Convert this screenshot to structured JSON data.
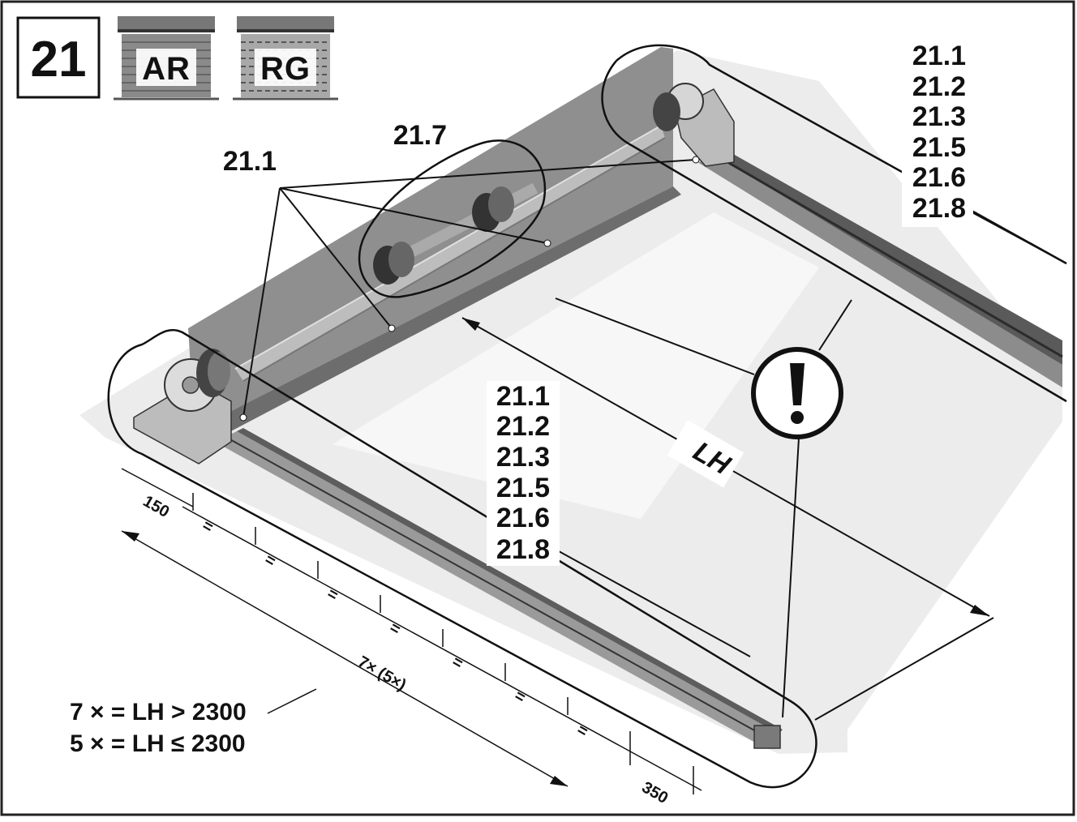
{
  "step": {
    "number": "21"
  },
  "door_types": [
    {
      "label": "AR",
      "icon": "roller-shutter-icon"
    },
    {
      "label": "RG",
      "icon": "roller-grille-icon"
    }
  ],
  "callouts": {
    "right_group": [
      "21.1",
      "21.2",
      "21.3",
      "21.5",
      "21.6",
      "21.8"
    ],
    "front_group": [
      "21.1",
      "21.2",
      "21.3",
      "21.5",
      "21.6",
      "21.8"
    ],
    "top_center": "21.7",
    "top_left": "21.1"
  },
  "dimensions": {
    "lh": "LH",
    "start_offset": "150",
    "end_offset": "350",
    "equal_sign": "=",
    "spacing_count": "7× (5×)"
  },
  "rules": [
    {
      "text": "7 × = LH > 2300"
    },
    {
      "text": "5 × = LH ≤ 2300"
    }
  ],
  "warning_icon": "exclamation-warning-icon"
}
